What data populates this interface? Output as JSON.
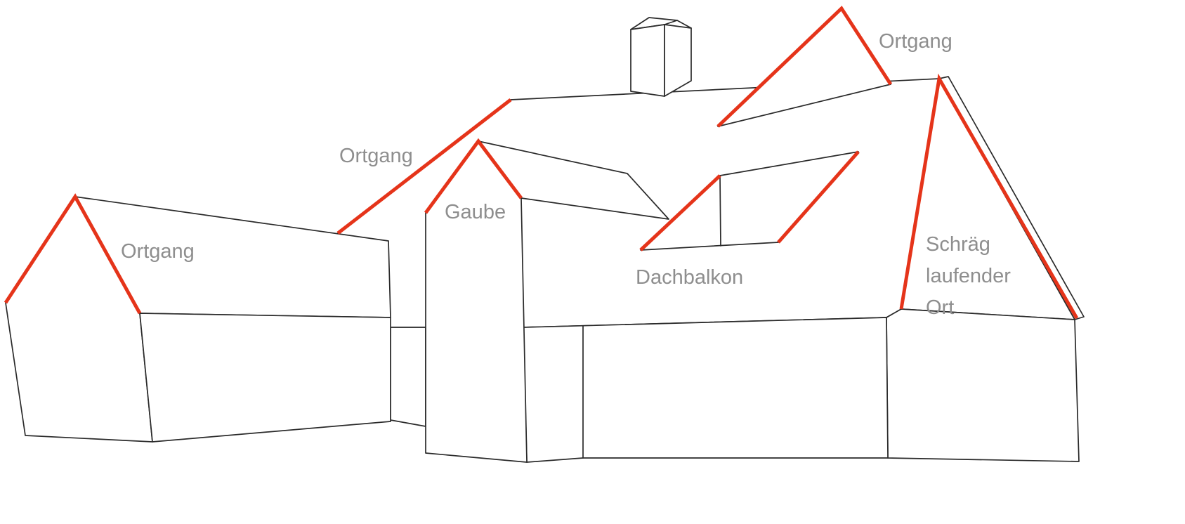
{
  "diagram": {
    "subject": "roof-edge-terminology-house-drawing",
    "labels": {
      "ortgang_annex": "Ortgang",
      "ortgang_main": "Ortgang",
      "gaube": "Gaube",
      "ortgang_rear": "Ortgang",
      "dachbalkon": "Dachbalkon",
      "schraeg_1": "Schräg",
      "schraeg_2": "laufender",
      "schraeg_3": "Ort"
    }
  },
  "colors": {
    "background": "#ffffff",
    "line": "#2a2a2a",
    "highlight_red": "#e5341a",
    "label_gray": "#8e8e8e"
  }
}
